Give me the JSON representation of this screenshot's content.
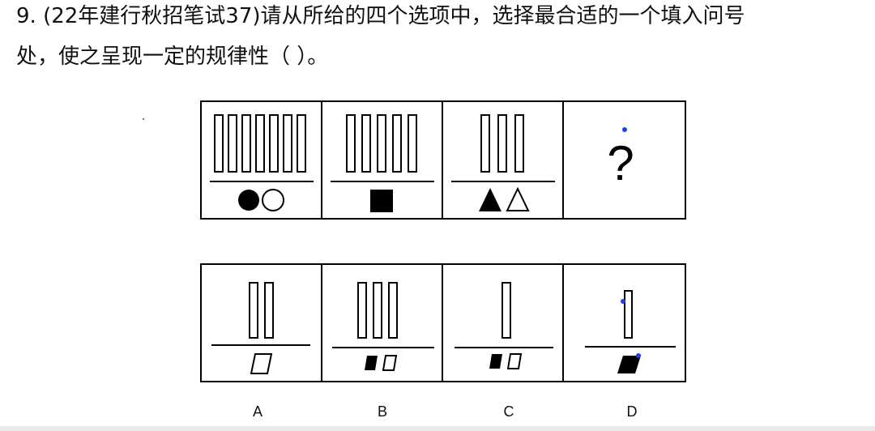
{
  "question": {
    "line1": "9. (22年建行秋招笔试37)请从所给的四个选项中，选择最合适的一个填入问号",
    "line2": "处，使之呈现一定的规律性（ ）。"
  },
  "question_panels": [
    {
      "bars": 7,
      "shapes": [
        "black-circle",
        "white-circle"
      ]
    },
    {
      "bars": 5,
      "shapes": [
        "black-square"
      ]
    },
    {
      "bars": 3,
      "shapes": [
        "black-triangle",
        "white-triangle"
      ]
    },
    {
      "symbol": "?"
    }
  ],
  "options": [
    {
      "label": "A",
      "bars": 2,
      "shapes": [
        "white-parallelogram"
      ]
    },
    {
      "label": "B",
      "bars": 3,
      "shapes": [
        "black-parallelogram",
        "white-parallelogram"
      ]
    },
    {
      "label": "C",
      "bars": 1,
      "shapes": [
        "black-parallelogram",
        "white-parallelogram"
      ]
    },
    {
      "label": "D",
      "bars": 1,
      "shapes": [
        "black-parallelogram"
      ]
    }
  ],
  "colors": {
    "marker": "#1e3ff0",
    "line": "#000000"
  }
}
